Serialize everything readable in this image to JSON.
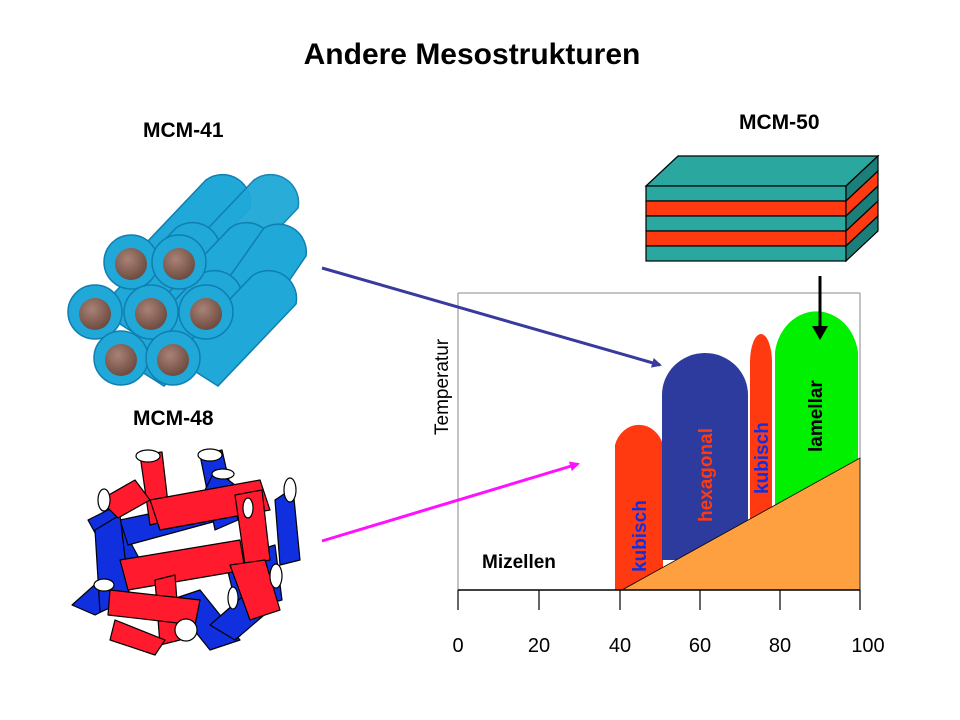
{
  "title": "Andere Mesostrukturen",
  "structures": {
    "mcm41": "MCM-41",
    "mcm48": "MCM-48",
    "mcm50": "MCM-50"
  },
  "diagram": {
    "y_axis_label": "Temperatur",
    "x_ticks": [
      "0",
      "20",
      "40",
      "60",
      "80",
      "100"
    ],
    "regions": {
      "micelles": "Mizellen",
      "cubic_1": "kubisch",
      "hexagonal": "hexagonal",
      "cubic_2": "kubisch",
      "lamellar": "lamellar"
    }
  },
  "colors": {
    "mcm41_tube": "#1fa8d8",
    "mcm41_core": "#8b6558",
    "mcm48_red": "#ff1a2e",
    "mcm48_blue": "#1030e0",
    "mcm50_teal": "#2aa8a0",
    "mcm50_orange": "#ff3a10",
    "cubic": "#ff3a10",
    "hexagonal": "#2d3a9e",
    "lamellar": "#00f000",
    "base_wedge": "#ffa040",
    "arrow_mcm41": "#3a3a9e",
    "arrow_mcm48": "#ff10ff"
  }
}
